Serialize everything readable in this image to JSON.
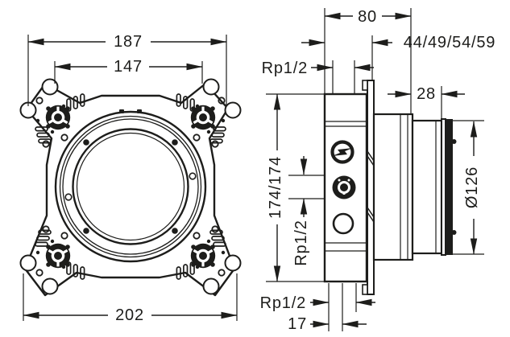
{
  "page": {
    "background": "#ffffff"
  },
  "drawing": {
    "colors": {
      "line": "#1d1d1b",
      "background": "#ffffff"
    },
    "front_view": {
      "dim_width_top": "187",
      "dim_width_inner": "147",
      "dim_width_bottom": "202"
    },
    "side_view": {
      "dim_depth_total": "80",
      "dim_finished_wall_range": "44/49/54/59",
      "dim_front_section": "28",
      "dim_height": "174/174",
      "dim_diameter": "Ø126",
      "dim_bottom_offset": "17",
      "label_top_connection": "Rp1/2",
      "label_side_connection": "Rp1/2",
      "label_bottom_connection": "Rp1/2"
    },
    "icons": {
      "power_symbol": "lightning-bolt"
    }
  }
}
